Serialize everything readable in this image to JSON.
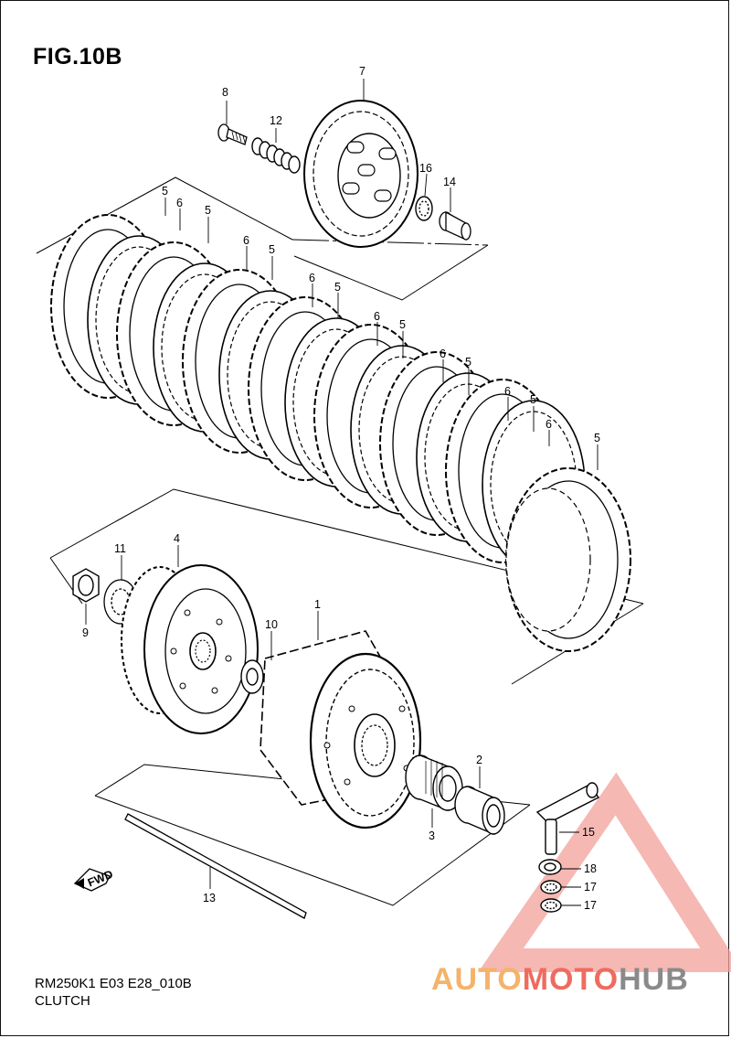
{
  "figure": {
    "title": "FIG.10B",
    "model_code": "RM250K1 E03 E28_010B",
    "section": "CLUTCH",
    "fwd_label": "FWD"
  },
  "callouts": {
    "c1": "1",
    "c2": "2",
    "c3": "3",
    "c4": "4",
    "c5a": "5",
    "c5b": "5",
    "c5c": "5",
    "c5d": "5",
    "c5e": "5",
    "c5f": "5",
    "c5g": "5",
    "c5h": "5",
    "c6a": "6",
    "c6b": "6",
    "c6c": "6",
    "c6d": "6",
    "c6e": "6",
    "c6f": "6",
    "c6g": "6",
    "c7": "7",
    "c8": "8",
    "c9": "9",
    "c10": "10",
    "c11": "11",
    "c12": "12",
    "c13": "13",
    "c14": "14",
    "c15": "15",
    "c16": "16",
    "c17a": "17",
    "c17b": "17",
    "c18": "18"
  },
  "watermark": {
    "part_a": "AUTO",
    "part_b": "MOTO",
    "part_c": "HUB",
    "colors": {
      "auto": "#f4b36a",
      "moto": "#ef6b5f",
      "hub": "#8a8a8a",
      "triangle": "#f2a09a"
    }
  }
}
